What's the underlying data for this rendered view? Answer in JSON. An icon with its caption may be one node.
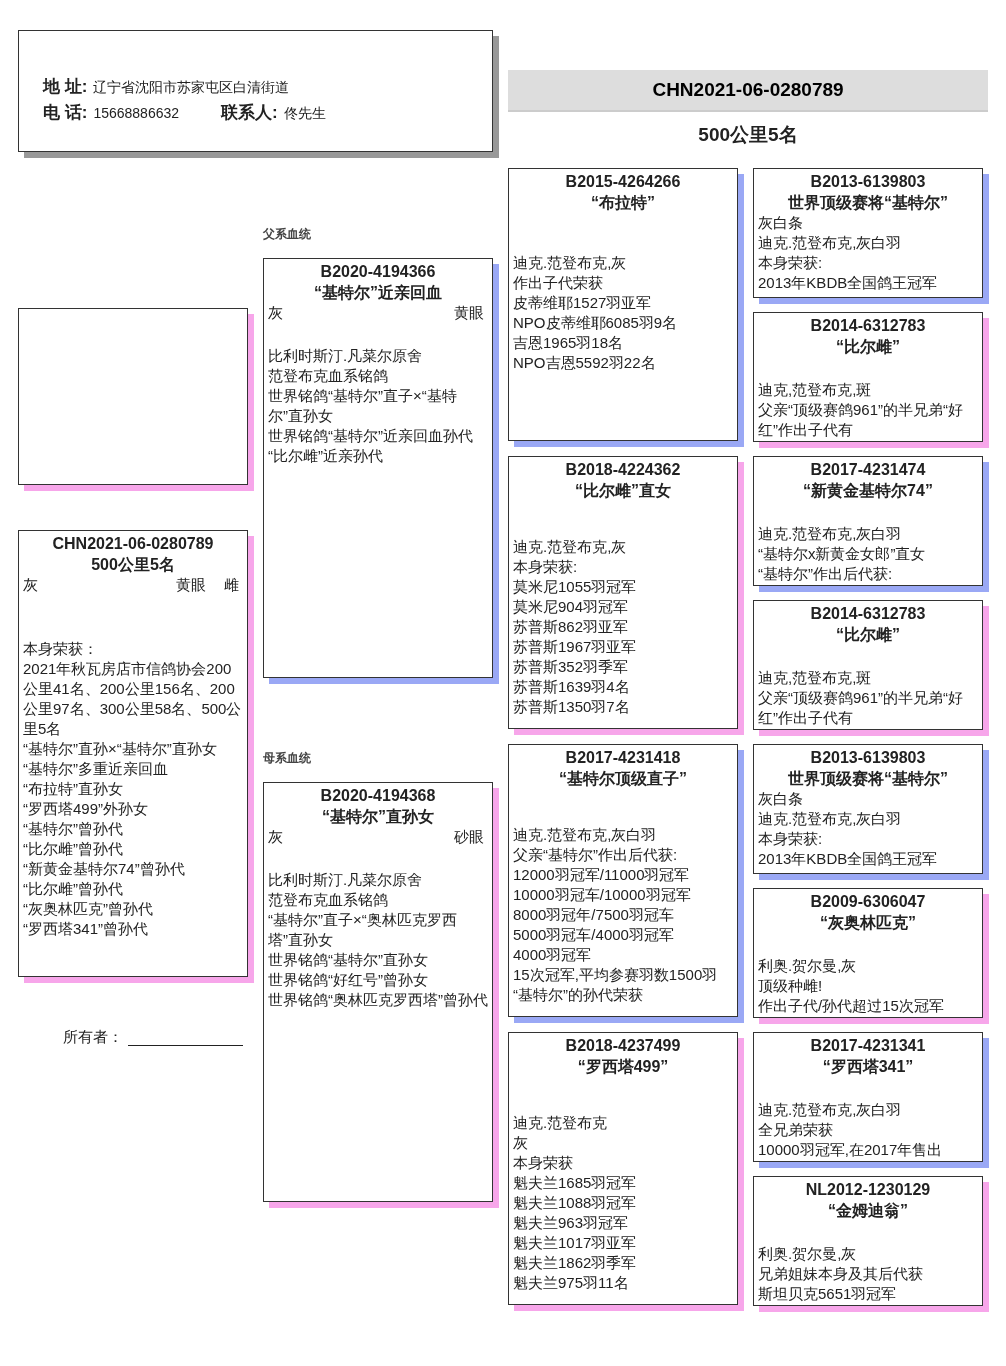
{
  "diagram": {
    "title": "CHN2021-06-0280789",
    "nodes": [
      {
        "text": [
          "地 址:",
          "辽宁省沈阳市苏家屯区白清街道",
          "电 话:",
          "15668886632",
          "联系人:",
          "佟先生"
        ]
      },
      {
        "text": [],
        "shape": "box"
      },
      {
        "text": [
          "CHN2021-06-0280789",
          "500公里5名",
          "灰",
          "黄眼",
          "雌",
          "本身荣获：",
          "2021年秋瓦房店市信鸽协会200公里41名、200公里156名、200公里97名、300公里58名、500公里5名",
          "“基特尔”直孙×“基特尔”直孙女",
          "“基特尔”多重近亲回血",
          "“布拉特”直孙女",
          "“罗西塔499”外孙女",
          "“基特尔”曾孙代",
          "“比尔雌”曾孙代",
          "“新黄金基特尔74”曾孙代",
          "“比尔雌”曾孙代",
          "“灰奥林匹克”曾孙代",
          "“罗西塔341”曾孙代"
        ]
      },
      {
        "text": [
          "B2020-4194366",
          "“基特尔”近亲回血",
          "灰",
          "黄眼",
          "比利时斯汀.凡菜尔原舍",
          "范登布克血系铭鸽",
          "世界铭鸽“基特尔”直子×“基特尔”直孙女",
          "世界铭鸽“基特尔”近亲回血孙代",
          "“比尔雌”近亲孙代"
        ]
      },
      {
        "text": [
          "B2020-4194368",
          "“基特尔”直孙女",
          "灰",
          "砂眼",
          "比利时斯汀.凡菜尔原舍",
          "范登布克血系铭鸽",
          "“基特尔”直子×“奥林匹克罗西塔”直孙女",
          "世界铭鸽“基特尔”直孙女",
          "世界铭鸽“好红号”曾孙女",
          "世界铭鸽“奥林匹克罗西塔”曾孙代"
        ]
      },
      {
        "text": [
          "B2015-4264266",
          "“布拉特”",
          "迪克.范登布克,灰",
          "作出子代荣获",
          "皮蒂维耶1527羽亚军",
          "NPO皮蒂维耶6085羽9名",
          "吉恩1965羽18名",
          "NPO吉恩5592羽22名"
        ]
      },
      {
        "text": [
          "B2013-6139803",
          "世界顶级赛将“基特尔”",
          "灰白条",
          "迪克.范登布克,灰白羽",
          "本身荣获:",
          "2013年KBDB全国鸽王冠军"
        ]
      },
      {
        "text": [
          "B2014-6312783",
          "“比尔雌”",
          "迪克,范登布克,斑",
          "父亲“顶级赛鸽961”的半兄弟“好红”作出子代有"
        ]
      },
      {
        "text": [
          "B2018-4224362",
          "“比尔雌”直女",
          "迪克.范登布克,灰",
          "本身荣获:",
          "莫米尼1055羽冠军",
          "莫米尼904羽冠军",
          "苏普斯862羽亚军",
          "苏普斯1967羽亚军",
          "苏普斯352羽季军",
          "苏普斯1639羽4名",
          "苏普斯1350羽7名"
        ]
      },
      {
        "text": [
          "B2017-4231474",
          "“新黄金基特尔74”",
          "迪克.范登布克,灰白羽",
          "“基特尔x新黄金女郎”直女",
          "“基特尔”作出后代获:"
        ]
      },
      {
        "text": [
          "B2014-6312783",
          "“比尔雌”",
          "迪克,范登布克,斑",
          "父亲“顶级赛鸽961”的半兄弟“好红”作出子代有"
        ]
      },
      {
        "text": [
          "B2017-4231418",
          "“基特尔顶级直子”",
          "迪克.范登布克,灰白羽",
          "父亲“基特尔”作出后代获:",
          "12000羽冠军/11000羽冠军",
          "10000羽冠车/10000羽冠军",
          "8000羽冠年/7500羽冠车",
          "5000羽冠车/4000羽冠军",
          "4000羽冠军",
          "15次冠军,平均参赛羽数1500羽",
          "“基特尔”的孙代荣获"
        ]
      },
      {
        "text": [
          "B2013-6139803",
          "世界顶级赛将“基特尔”",
          "灰白条",
          "迪克.范登布克,灰白羽",
          "本身荣获:",
          "2013年KBDB全国鸽王冠军"
        ]
      },
      {
        "text": [
          "B2009-6306047",
          "“灰奥林匹克”",
          "利奥.贺尔曼,灰",
          "顶级种雌!",
          "作出子代/孙代超过15次冠军"
        ]
      },
      {
        "text": [
          "B2018-4237499",
          "“罗西塔499”",
          "迪克.范登布克",
          "灰",
          "本身荣获",
          "魁夫兰1685羽冠军",
          "魁夫兰1088羽冠军",
          "魁夫兰963羽冠军",
          "魁夫兰1017羽亚军",
          "魁夫兰1862羽季军",
          "魁夫兰975羽11名"
        ]
      },
      {
        "text": [
          "B2017-4231341",
          "“罗西塔341”",
          "迪克.范登布克,灰白羽",
          "全兄弟荣获",
          "10000羽冠军,在2017年售出"
        ]
      },
      {
        "text": [
          "NL2012-1230129",
          "“金姆迪翁”",
          "利奥.贺尔曼,灰",
          "兄弟姐妹本身及其后代获",
          "斯坦贝克5651羽冠军"
        ]
      }
    ],
    "labels": [
      "500公里5名",
      "父系血统",
      "母系血统",
      "所有者："
    ]
  }
}
